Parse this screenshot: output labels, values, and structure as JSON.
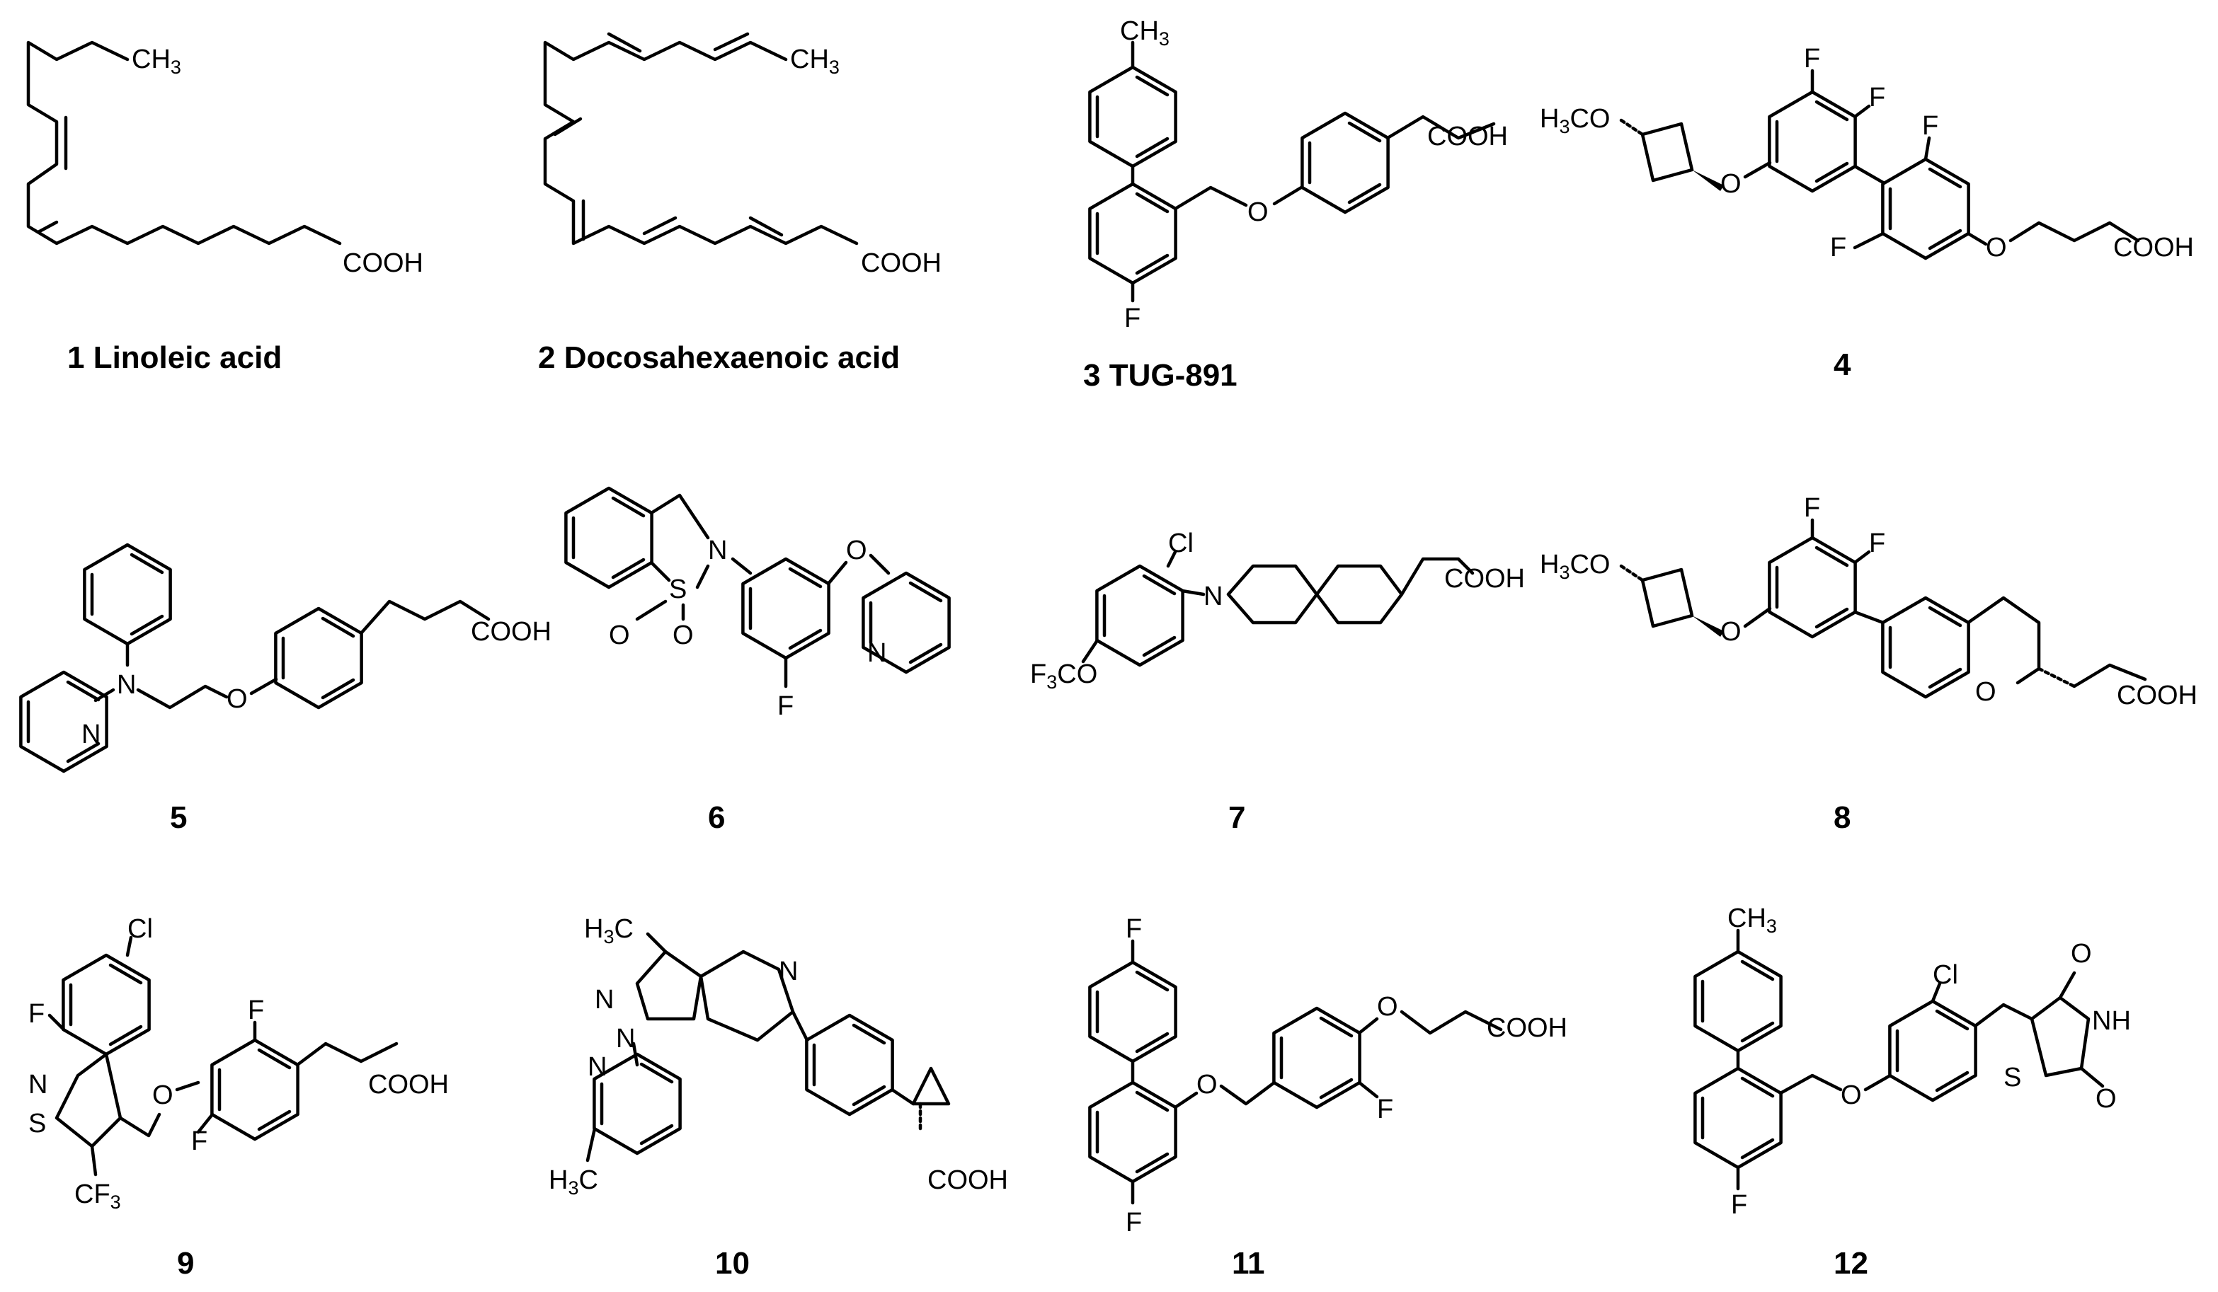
{
  "compounds": [
    {
      "id": "1",
      "label": "1 Linoleic acid"
    },
    {
      "id": "2",
      "label": "2 Docosahexaenoic acid"
    },
    {
      "id": "3",
      "label": "3 TUG-891"
    },
    {
      "id": "4",
      "label": "4"
    },
    {
      "id": "5",
      "label": "5"
    },
    {
      "id": "6",
      "label": "6"
    },
    {
      "id": "7",
      "label": "7"
    },
    {
      "id": "8",
      "label": "8"
    },
    {
      "id": "9",
      "label": "9"
    },
    {
      "id": "10",
      "label": "10"
    },
    {
      "id": "11",
      "label": "11"
    },
    {
      "id": "12",
      "label": "12"
    }
  ],
  "atoms": {
    "cooh": "COOH",
    "ch3": "CH",
    "h3c": "H",
    "h3co": "H",
    "f": "F",
    "cl": "Cl",
    "o": "O",
    "n": "N",
    "s": "S",
    "nh": "NH",
    "f3co": "F",
    "cf3": "CF",
    "sub3": "3",
    "c_suffix": "C",
    "co_suffix": "CO"
  }
}
